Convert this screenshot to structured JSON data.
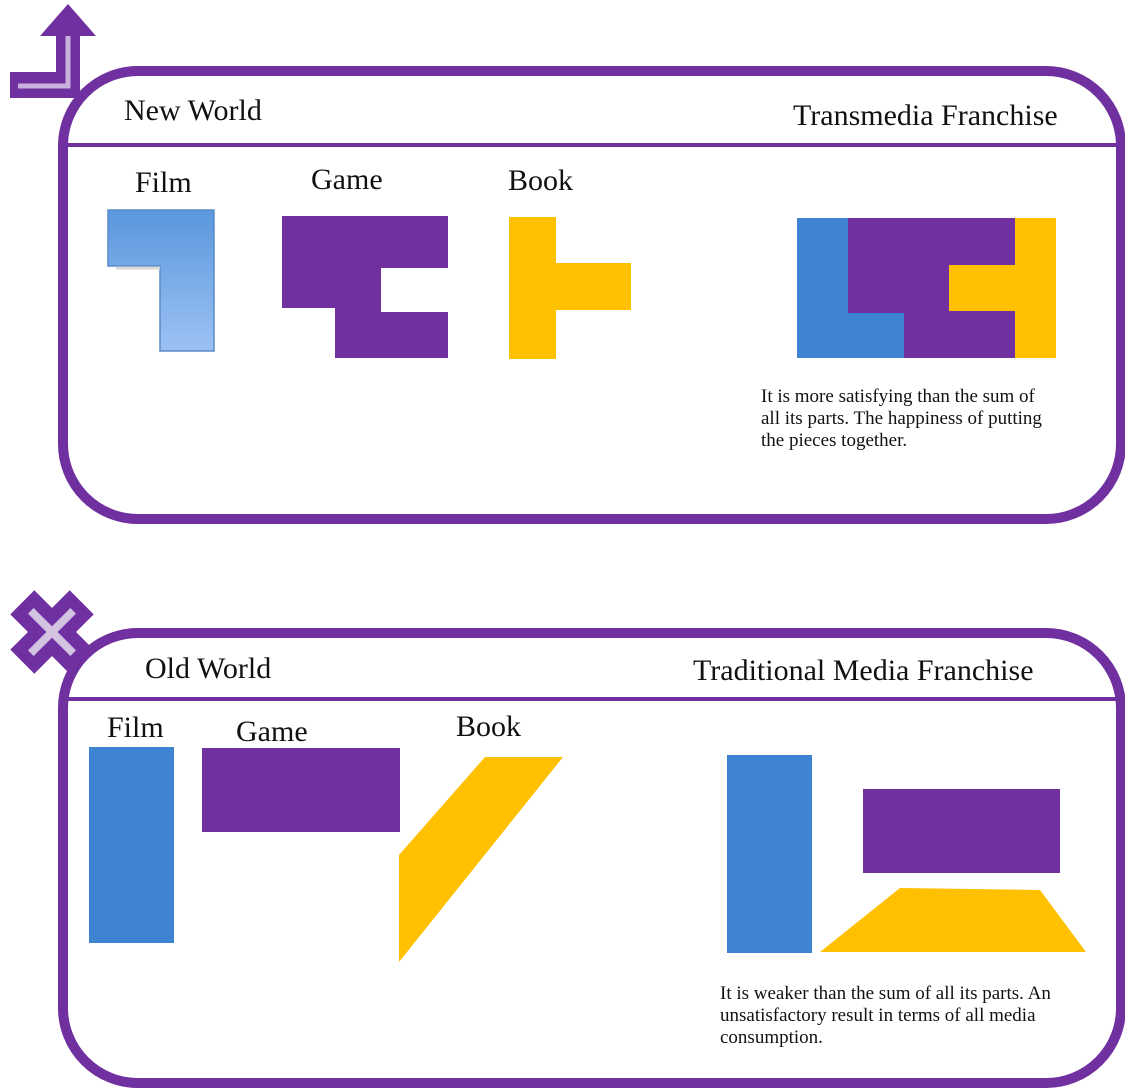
{
  "colors": {
    "accent_purple": "#7030A0",
    "film_blue": "#3E84D2",
    "book_yellow": "#FFC000"
  },
  "new_world": {
    "icon": "up-turn-arrow-icon",
    "title": "New World",
    "subtitle": "Transmedia Franchise",
    "labels": {
      "film": "Film",
      "game": "Game",
      "book": "Book"
    },
    "caption": "It is more satisfying than the sum of all its parts. The happiness of putting the pieces together."
  },
  "old_world": {
    "icon": "x-cross-icon",
    "title": "Old World",
    "subtitle": "Traditional Media Franchise",
    "labels": {
      "film": "Film",
      "game": "Game",
      "book": "Book"
    },
    "caption": "It is weaker than the sum of all its parts. An unsatisfactory result in terms of all media consumption."
  }
}
